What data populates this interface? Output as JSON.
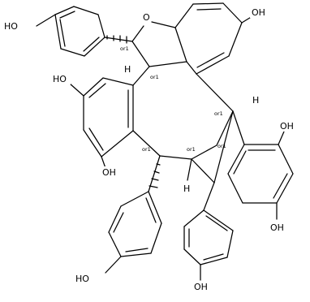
{
  "figure": {
    "title": ""
  },
  "atoms": {
    "oh_top_left": "HO",
    "o_furan": "O",
    "oh_top_right": "OH",
    "oh_mid_left": "HO",
    "oh_ring_b_lower": "OH",
    "oh_right_ring_upper": "OH",
    "oh_right_ring_lower": "OH",
    "oh_bottom_left": "HO",
    "oh_bottom_center": "OH",
    "h_upper_mid": "H",
    "h_right_upper": "H",
    "h_bridge": "H"
  },
  "stereo_labels": {
    "c_furan": "or1",
    "c_upper_mid": "or1",
    "c_right_upper": "or1",
    "c_lower_left": "or1",
    "c_bridge_left": "or1",
    "c_bridge_right": "or1"
  }
}
